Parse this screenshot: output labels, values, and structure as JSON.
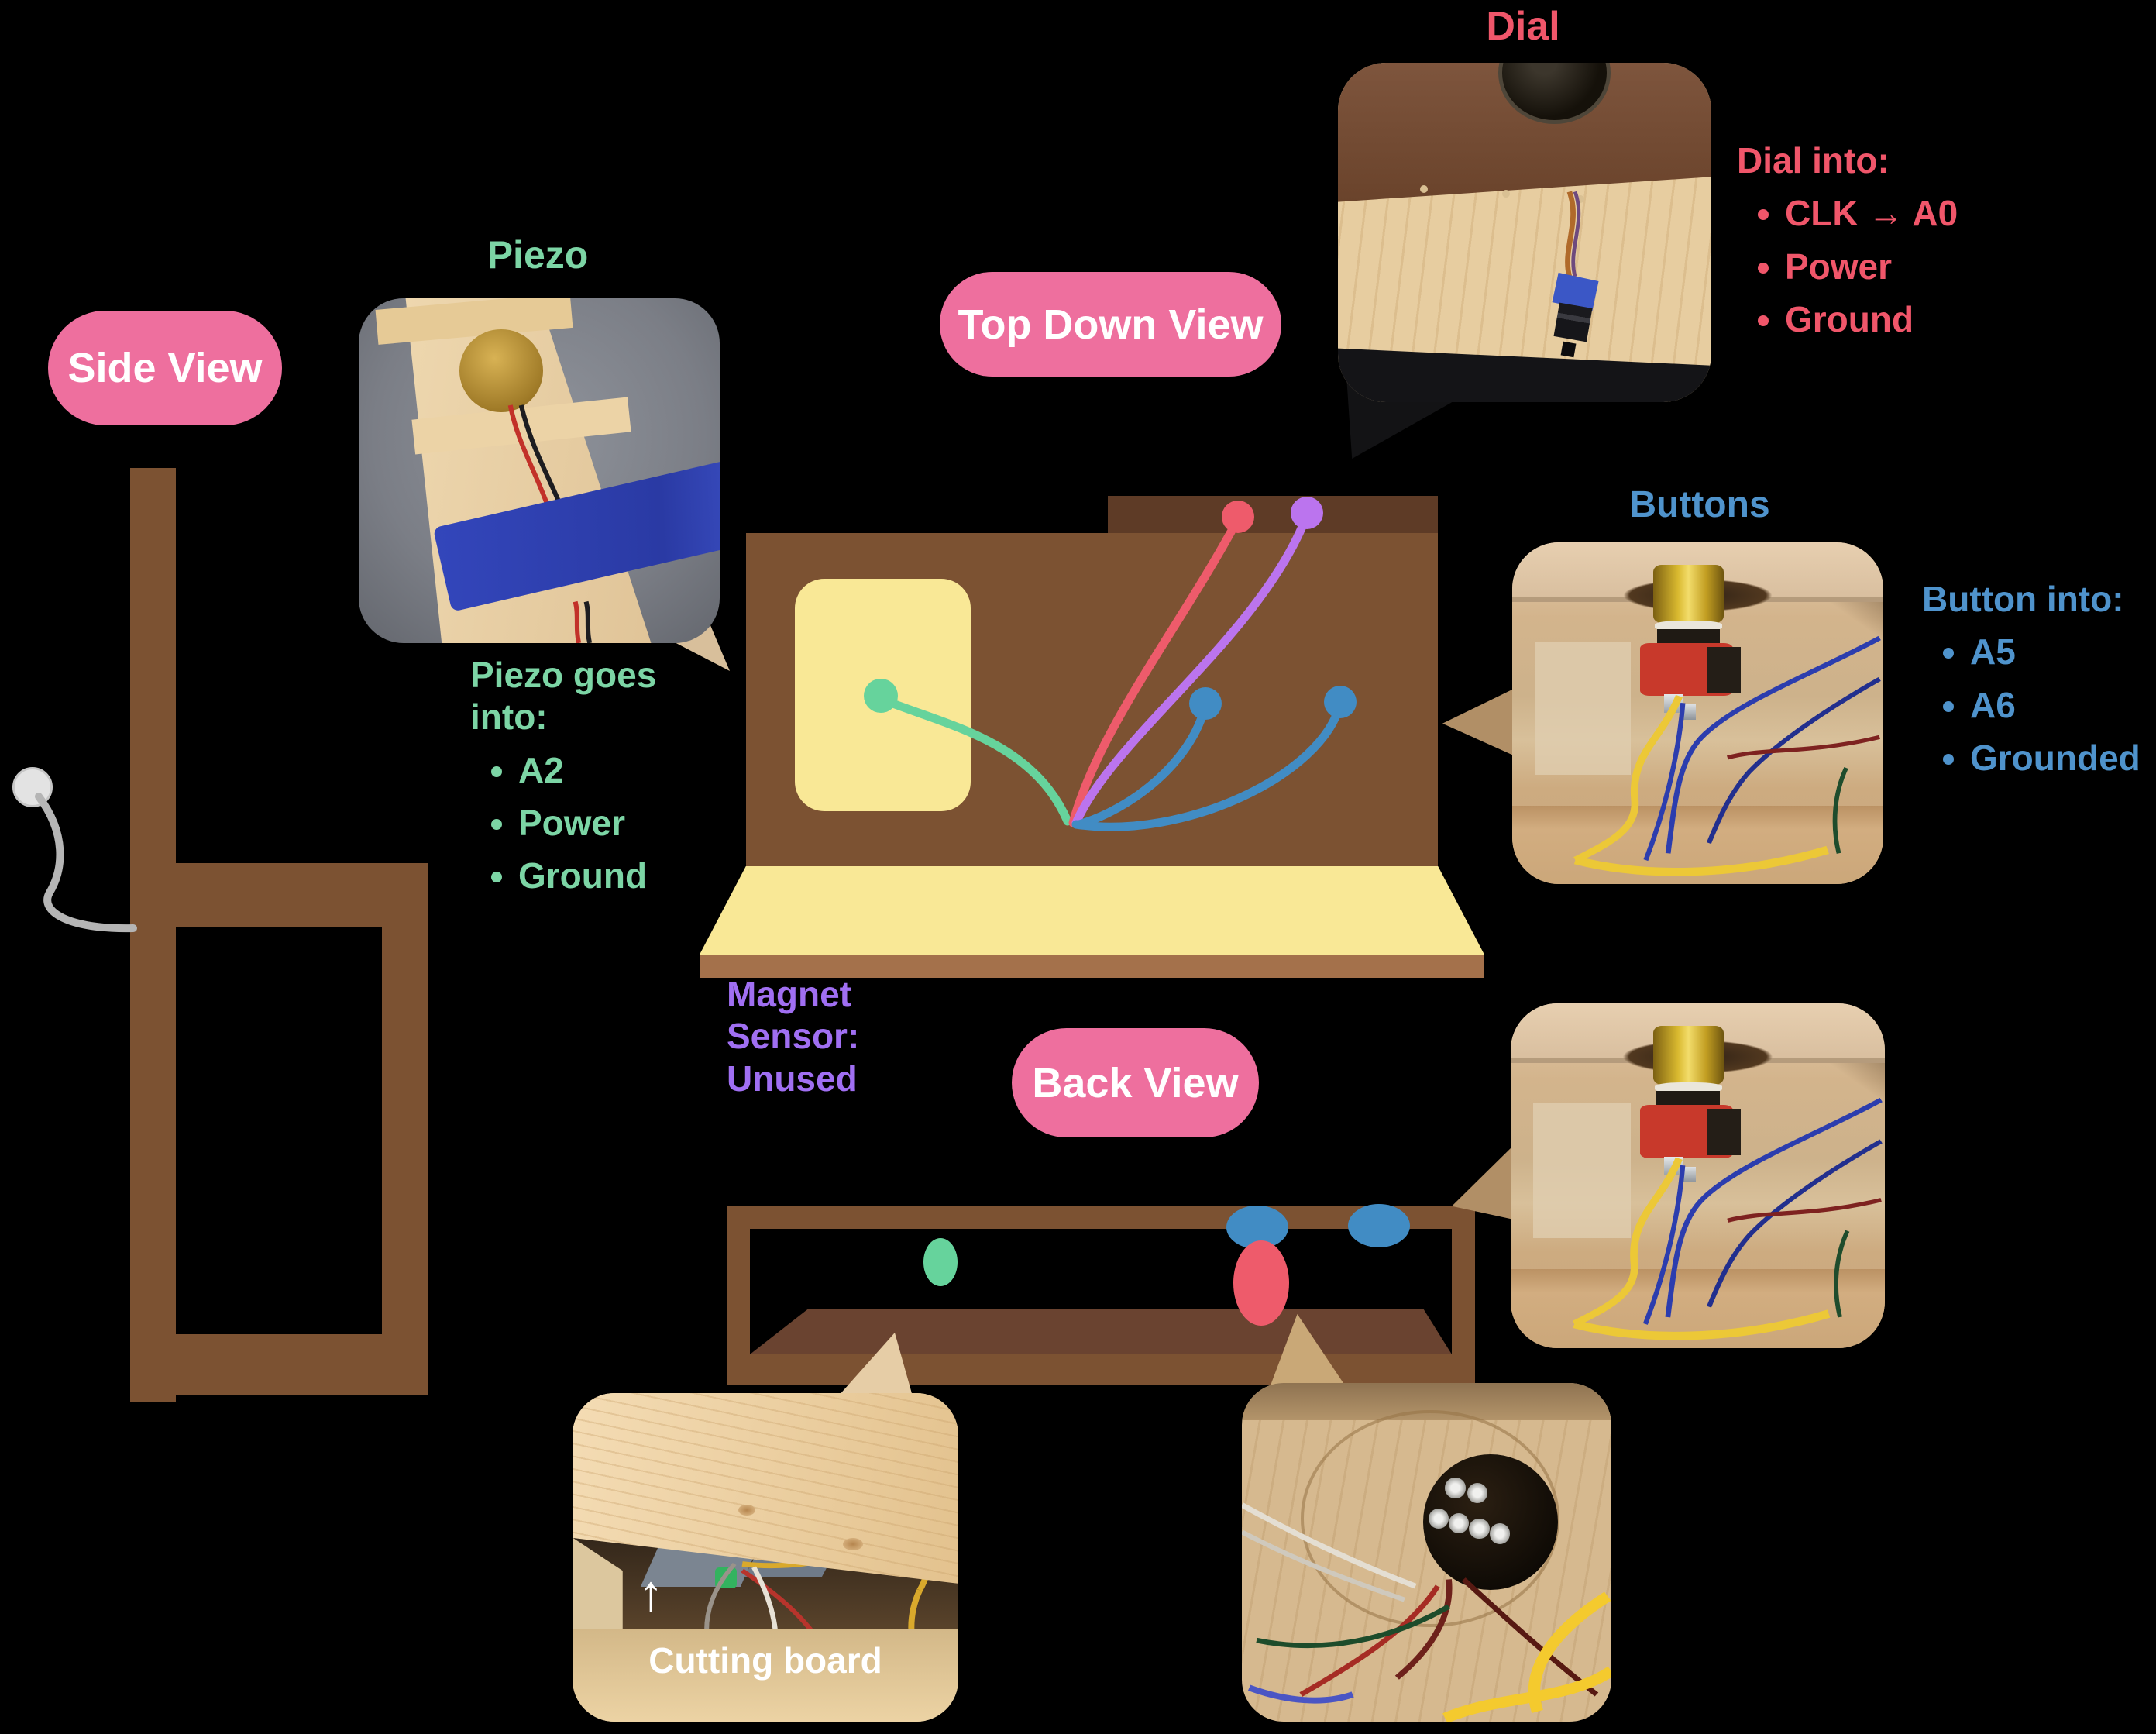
{
  "pills": {
    "side": {
      "label": "Side View"
    },
    "top_down": {
      "label": "Top Down View"
    },
    "back": {
      "label": "Back View"
    }
  },
  "photo_titles": {
    "piezo": "Piezo",
    "dial": "Dial",
    "buttons": "Buttons"
  },
  "notes": {
    "piezo": {
      "heading": "Piezo goes into:",
      "bullets": [
        "A2",
        "Power",
        "Ground"
      ]
    },
    "dial": {
      "heading": "Dial into:",
      "bullets": [
        "CLK → A0",
        "Power",
        "Ground"
      ]
    },
    "buttons": {
      "heading": "Button into:",
      "bullets": [
        "A5",
        "A6",
        "Grounded"
      ]
    },
    "magnet": {
      "text": "Magnet Sensor: Unused"
    }
  },
  "captions": {
    "cutting_board": "Cutting board",
    "arrow_up": "↑"
  },
  "colors": {
    "background": "#000000",
    "pill_pink": "#ee6f9e",
    "note_red": "#f0566a",
    "note_green": "#7cd5a5",
    "note_blue": "#4f93cc",
    "note_purple": "#a06ff2",
    "wood_brown": "#7c5232",
    "wood_dark_bar": "#5e3b26",
    "wood_light_strip": "#a4714b",
    "panel_yellow": "#f9e896",
    "back_view_floor": "#6a4330",
    "dot_teal": "#66d39c",
    "dot_red": "#ee5b6b",
    "dot_purple": "#bb74ee",
    "dot_blue": "#418cc4",
    "wire_gray": "#b5b5b5"
  }
}
